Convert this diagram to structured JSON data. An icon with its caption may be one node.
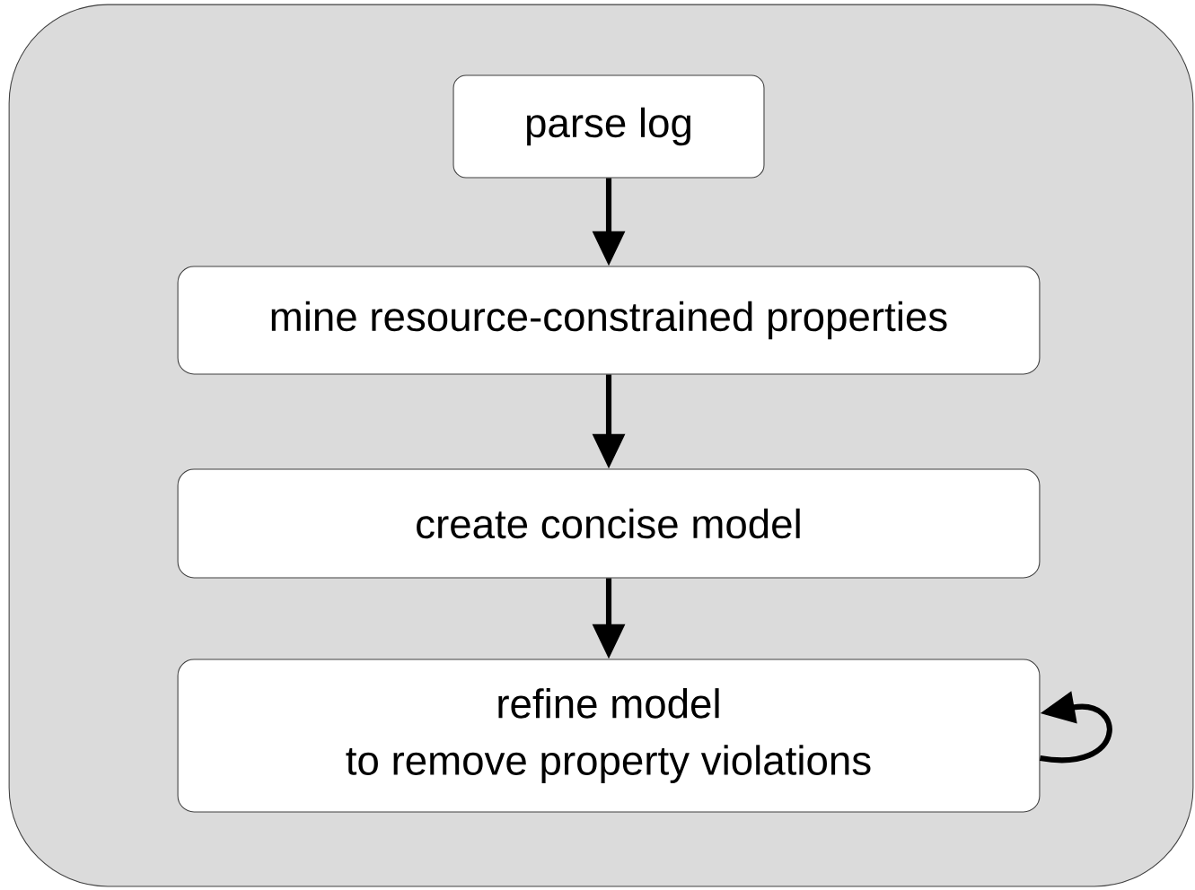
{
  "diagram": {
    "nodes": [
      {
        "text": [],
        "shape": "box"
      },
      {
        "text": [
          "parse log"
        ],
        "in": 0
      },
      {
        "text": [
          "mine resource-constrained properties"
        ],
        "in": 0
      },
      {
        "text": [
          "create concise model"
        ],
        "in": 0
      },
      {
        "text": [
          "refine model",
          "to remove property violations"
        ],
        "in": 0
      }
    ],
    "edges": [
      {
        "from": 1,
        "to": 2,
        "arrow": "to"
      },
      {
        "from": 2,
        "to": 3,
        "arrow": "to"
      },
      {
        "from": 3,
        "to": 4,
        "arrow": "to"
      },
      {
        "from": 4,
        "to": 4,
        "arrow": "to"
      }
    ]
  }
}
